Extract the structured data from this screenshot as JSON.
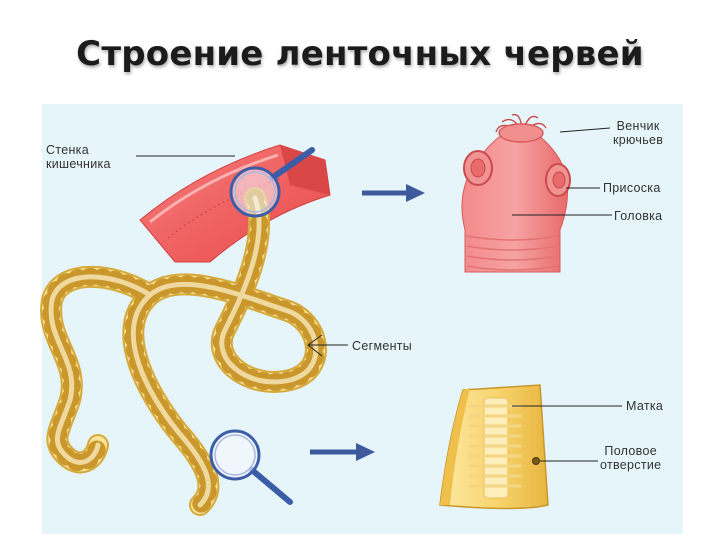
{
  "title": "Строение ленточных червей",
  "labels": {
    "intestine_wall_line1": "Стенка",
    "intestine_wall_line2": "кишечника",
    "hooks_line1": "Венчик",
    "hooks_line2": "крючьев",
    "sucker": "Присоска",
    "head": "Головка",
    "segments": "Сегменты",
    "uterus": "Матка",
    "genital_line1": "Половое",
    "genital_line2": "отверстие"
  }
}
